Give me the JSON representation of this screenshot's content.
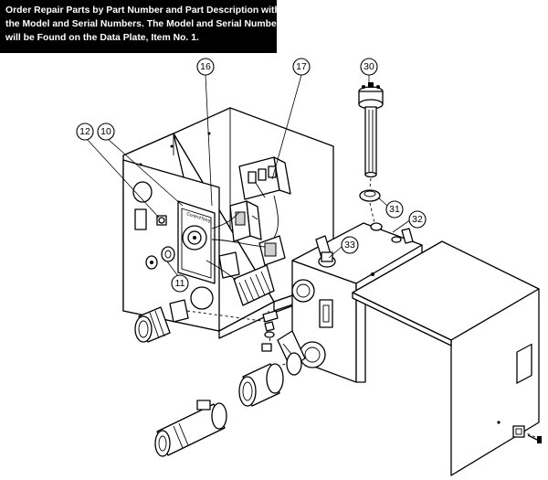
{
  "notice": {
    "line1": "Order Repair Parts by Part Number and Part Description with",
    "line2": "the Model and Serial Numbers. The Model and Serial Number",
    "line3": "will be Found on the Data Plate, Item No. 1."
  },
  "callouts": {
    "c10": "10",
    "c11": "11",
    "c12": "12",
    "c16": "16",
    "c17": "17",
    "c30": "30",
    "c31": "31",
    "c32": "32",
    "c33": "33"
  }
}
